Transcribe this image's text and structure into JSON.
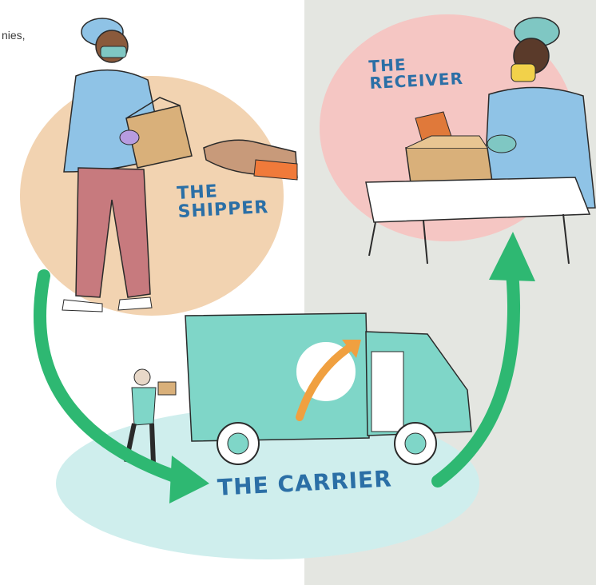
{
  "header": {
    "partial_text": "nies,"
  },
  "labels": {
    "shipper": [
      "THE",
      "SHIPPER"
    ],
    "receiver": [
      "THE",
      "RECEIVER"
    ],
    "carrier": "THE CARRIER"
  },
  "icons": {
    "truck_logo": "arrow-up-right-icon",
    "flow_arrows": "curved-arrow-icon"
  },
  "colors": {
    "shipper_blob": "#f2d3b1",
    "receiver_blob": "#f5c6c3",
    "carrier_blob": "#cfeeed",
    "arrow": "#2eb872",
    "truck": "#7fd6c8",
    "label_text": "#2b6fa6"
  }
}
